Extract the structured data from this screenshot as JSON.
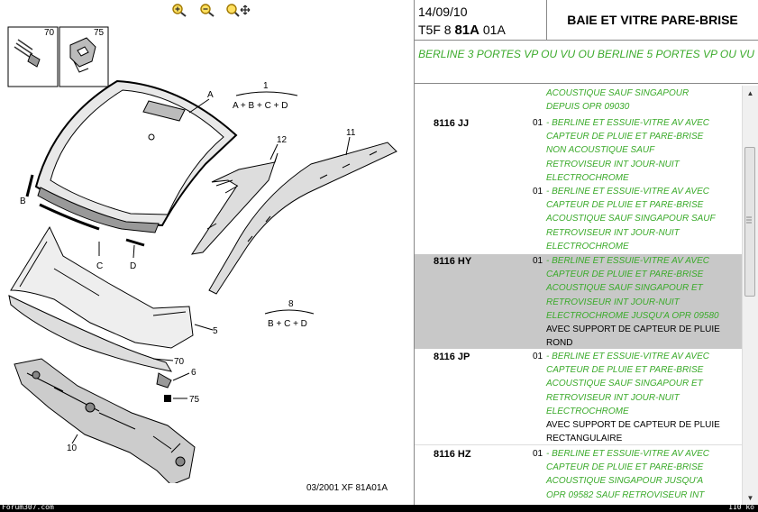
{
  "toolbar": {
    "zoom_in_icon": "zoom-in",
    "zoom_out_icon": "zoom-out",
    "zoom_move_icon": "zoom-move"
  },
  "diagram": {
    "labels": {
      "p70": "70",
      "p75": "75",
      "A": "A",
      "1": "1",
      "abcd": "A + B + C + D",
      "12": "12",
      "11": "11",
      "B": "B",
      "C": "C",
      "D": "D",
      "5": "5",
      "8": "8",
      "bcd": "B + C + D",
      "70b": "70",
      "6": "6",
      "75b": "75",
      "10": "10"
    },
    "caption": "03/2001   XF  81A01A"
  },
  "header": {
    "date": "14/09/10",
    "code_prefix": "T5F 8",
    "code_bold": "81A",
    "code_suffix": "01A",
    "title": "BAIE ET VITRE PARE-BRISE",
    "subtitle": "BERLINE 3 PORTES VP OU VU OU BERLINE 5 PORTES VP OU VU"
  },
  "rows": [
    {
      "id": "",
      "entries": [
        {
          "n": "",
          "lines": [
            "ACOUSTIQUE SAUF SINGAPOUR",
            "DEPUIS OPR 09030"
          ],
          "black": []
        }
      ]
    },
    {
      "id": "8116 JJ",
      "entries": [
        {
          "n": "01",
          "lines": [
            "- BERLINE ET ESSUIE-VITRE AV AVEC",
            "CAPTEUR DE PLUIE ET PARE-BRISE",
            "NON ACOUSTIQUE SAUF",
            "RETROVISEUR INT JOUR-NUIT",
            "ELECTROCHROME"
          ],
          "black": []
        },
        {
          "n": "01",
          "lines": [
            "- BERLINE ET ESSUIE-VITRE AV AVEC",
            "CAPTEUR DE PLUIE ET PARE-BRISE",
            "ACOUSTIQUE SAUF SINGAPOUR SAUF",
            "RETROVISEUR INT JOUR-NUIT",
            "ELECTROCHROME"
          ],
          "black": []
        }
      ]
    },
    {
      "id": "8116 HY",
      "entries": [
        {
          "n": "01",
          "lines": [
            "- BERLINE ET ESSUIE-VITRE AV AVEC",
            "CAPTEUR DE PLUIE ET PARE-BRISE",
            "ACOUSTIQUE SAUF SINGAPOUR ET",
            "RETROVISEUR INT JOUR-NUIT",
            "ELECTROCHROME JUSQU'A OPR 09580"
          ],
          "black": [
            "AVEC SUPPORT DE CAPTEUR DE PLUIE",
            "ROND"
          ]
        }
      ]
    },
    {
      "id": "8116 JP",
      "entries": [
        {
          "n": "01",
          "lines": [
            "- BERLINE ET ESSUIE-VITRE AV AVEC",
            "CAPTEUR DE PLUIE ET PARE-BRISE",
            "ACOUSTIQUE SAUF SINGAPOUR ET",
            "RETROVISEUR INT JOUR-NUIT",
            "ELECTROCHROME"
          ],
          "black": [
            "AVEC SUPPORT DE CAPTEUR DE PLUIE",
            "RECTANGULAIRE"
          ]
        }
      ]
    },
    {
      "id": "8116 HZ",
      "entries": [
        {
          "n": "01",
          "lines": [
            "- BERLINE ET ESSUIE-VITRE AV AVEC",
            "CAPTEUR DE PLUIE ET PARE-BRISE",
            "ACOUSTIQUE SINGAPOUR JUSQU'A",
            "OPR 09582 SAUF RETROVISEUR INT"
          ],
          "black": []
        }
      ]
    }
  ],
  "status": {
    "left": "Forum307.com",
    "right": "110 ko"
  }
}
